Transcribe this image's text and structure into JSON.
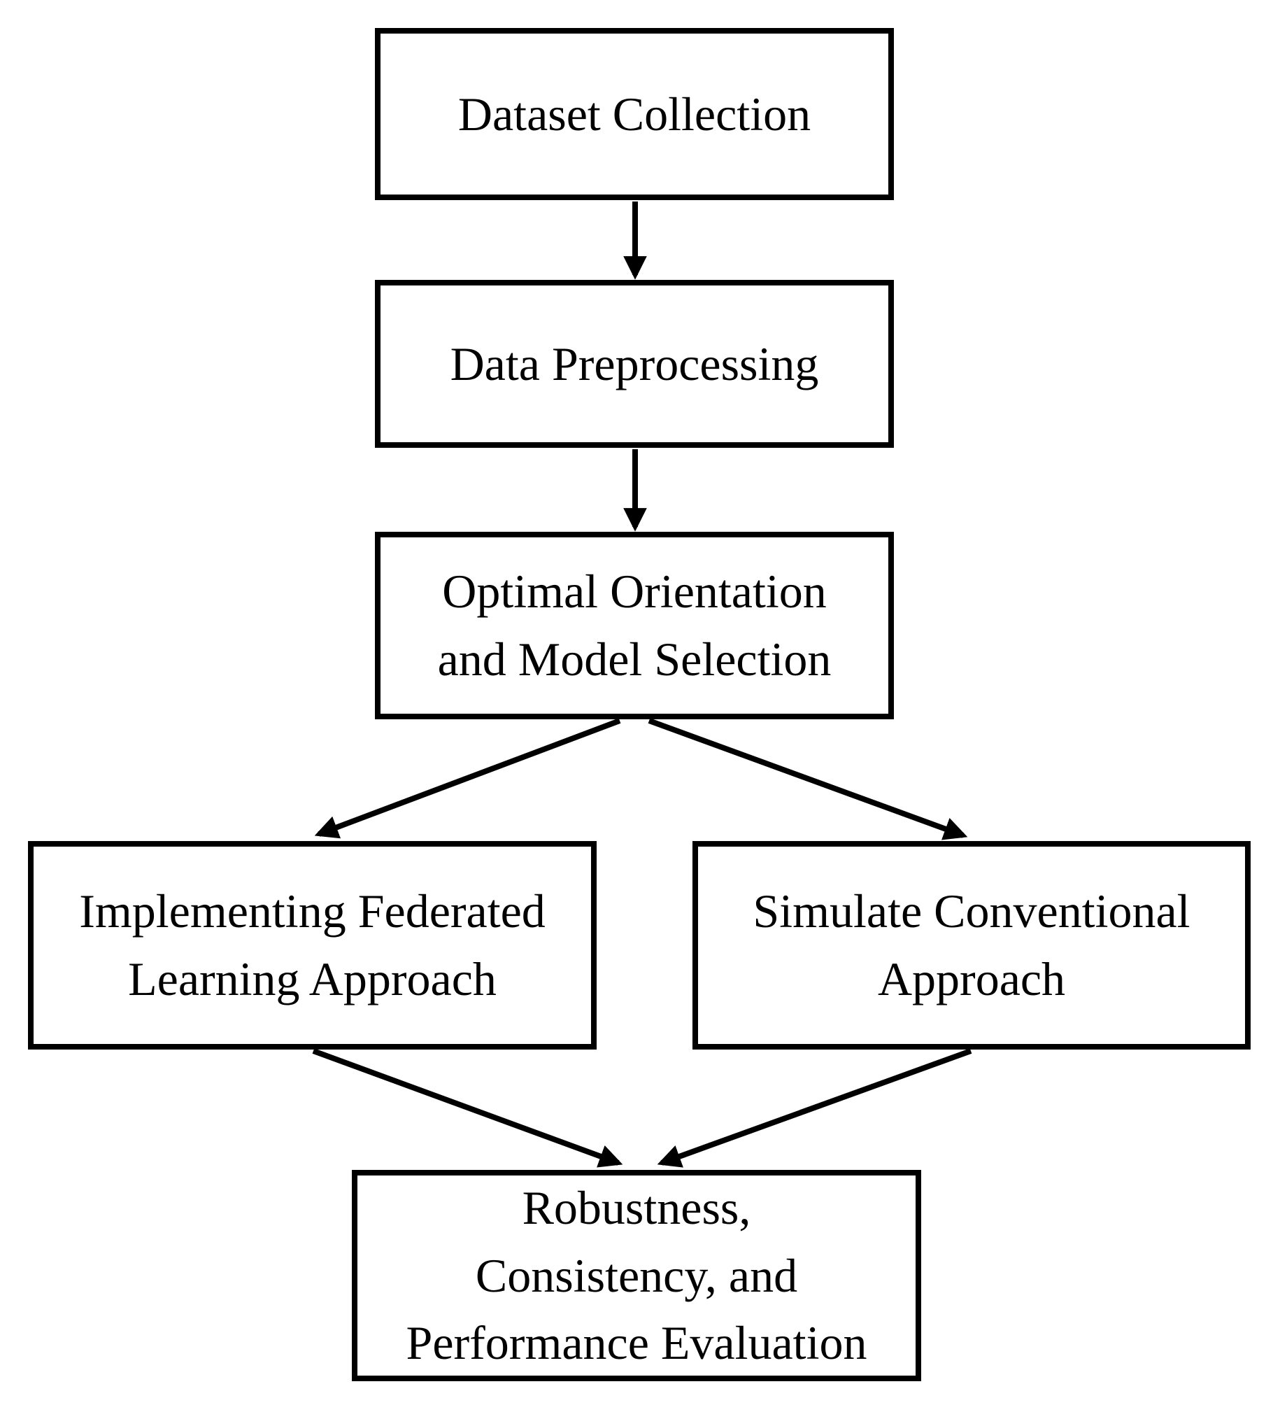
{
  "diagram": {
    "type": "flowchart",
    "background_color": "#ffffff",
    "stroke_color": "#000000",
    "text_color": "#000000",
    "nodes": [
      {
        "id": "dataset-collection",
        "label": "Dataset Collection",
        "lines": [
          "Dataset Collection"
        ]
      },
      {
        "id": "data-preprocessing",
        "label": "Data Preprocessing",
        "lines": [
          "Data Preprocessing"
        ]
      },
      {
        "id": "optimal-orientation-model-selection",
        "label": "Optimal Orientation and Model Selection",
        "lines": [
          "Optimal Orientation",
          "and Model Selection"
        ]
      },
      {
        "id": "implementing-federated-learning",
        "label": "Implementing Federated Learning Approach",
        "lines": [
          "Implementing Federated",
          "Learning Approach"
        ]
      },
      {
        "id": "simulate-conventional",
        "label": "Simulate Conventional Approach",
        "lines": [
          "Simulate Conventional",
          "Approach"
        ]
      },
      {
        "id": "evaluation",
        "label": "Robustness, Consistency, and Performance Evaluation",
        "lines": [
          "Robustness,",
          "Consistency, and",
          "Performance Evaluation"
        ]
      }
    ],
    "edges": [
      {
        "from": "dataset-collection",
        "to": "data-preprocessing"
      },
      {
        "from": "data-preprocessing",
        "to": "optimal-orientation-model-selection"
      },
      {
        "from": "optimal-orientation-model-selection",
        "to": "implementing-federated-learning"
      },
      {
        "from": "optimal-orientation-model-selection",
        "to": "simulate-conventional"
      },
      {
        "from": "implementing-federated-learning",
        "to": "evaluation"
      },
      {
        "from": "simulate-conventional",
        "to": "evaluation"
      }
    ]
  }
}
